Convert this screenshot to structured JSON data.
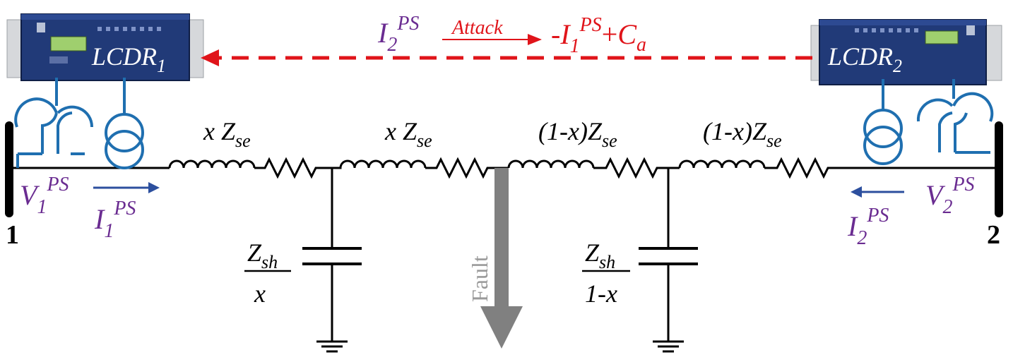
{
  "relays": {
    "left": {
      "main": "LCDR",
      "sub": "1"
    },
    "right": {
      "main": "LCDR",
      "sub": "2"
    }
  },
  "attack_label": {
    "left": {
      "main": "I",
      "sub": "2",
      "sup": "PS"
    },
    "arrow_text": "Attack",
    "right": {
      "prefix": "-",
      "main": "I",
      "sub": "1",
      "sup": "PS",
      "plus": "+",
      "c": "C",
      "c_sub": "a"
    }
  },
  "impedances": {
    "seg1": {
      "coef": "x ",
      "z": "Z",
      "sub": "se"
    },
    "seg2": {
      "coef": "x ",
      "z": "Z",
      "sub": "se"
    },
    "seg3": {
      "coef": "(1-x)",
      "z": "Z",
      "sub": "se"
    },
    "seg4": {
      "coef": "(1-x)",
      "z": "Z",
      "sub": "se"
    }
  },
  "shunts": {
    "left": {
      "num": "Z",
      "num_sub": "sh",
      "den": "x"
    },
    "right": {
      "num": "Z",
      "num_sub": "sh",
      "den": "1-x"
    }
  },
  "fault_label": "Fault",
  "buses": {
    "left_num": "1",
    "right_num": "2"
  },
  "voltages": {
    "left": {
      "main": "V",
      "sub": "1",
      "sup": "PS"
    },
    "right": {
      "main": "V",
      "sub": "2",
      "sup": "PS"
    }
  },
  "currents": {
    "left": {
      "main": "I",
      "sub": "1",
      "sup": "PS"
    },
    "right": {
      "main": "I",
      "sub": "2",
      "sup": "PS"
    }
  },
  "colors": {
    "line": "#000000",
    "transformer": "#1f6fb0",
    "attack": "#e0141a",
    "label_purple": "#6a2c91",
    "current_arrow": "#2c4f9e",
    "fault_arrow": "#808080",
    "relay_face": "#213a78"
  }
}
